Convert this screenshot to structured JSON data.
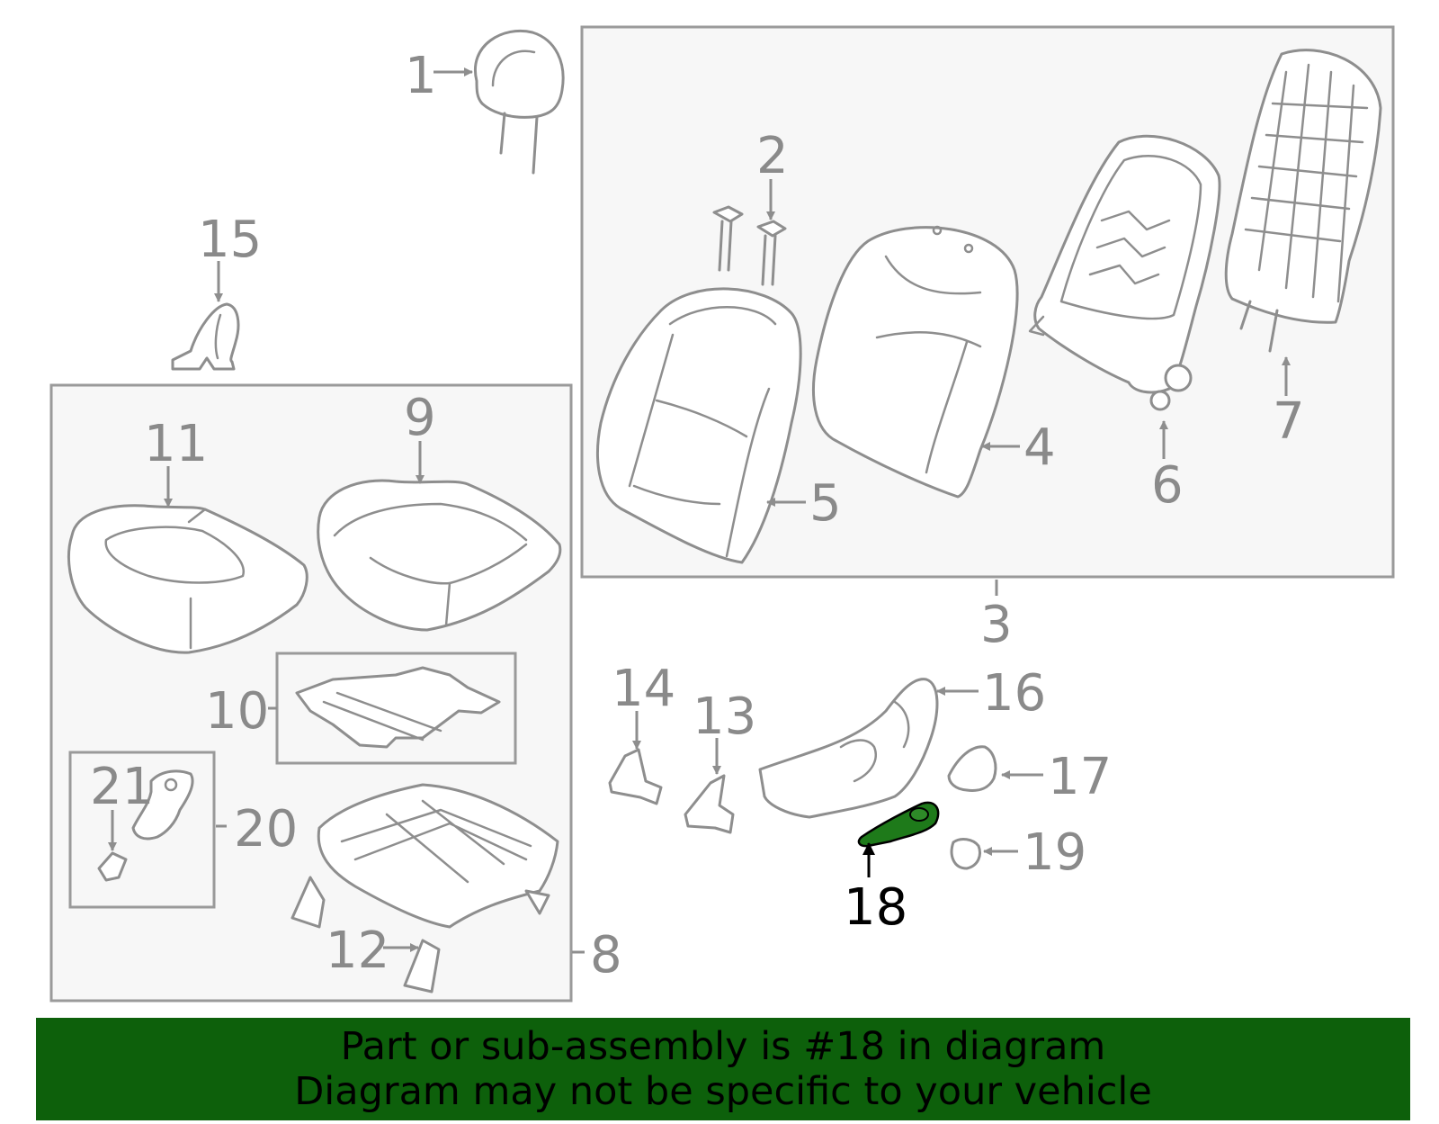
{
  "colors": {
    "banner_bg": "#0d600b",
    "highlight_part": "#1e7a1a",
    "line_gray": "#8e8e8e",
    "label_gray": "#8a8a8a",
    "box_fill": "#f7f7f7"
  },
  "highlighted_part": "18",
  "labels": {
    "p1": "1",
    "p2": "2",
    "p3": "3",
    "p4": "4",
    "p5": "5",
    "p6": "6",
    "p7": "7",
    "p8": "8",
    "p9": "9",
    "p10": "10",
    "p11": "11",
    "p12": "12",
    "p13": "13",
    "p14": "14",
    "p15": "15",
    "p16": "16",
    "p17": "17",
    "p18": "18",
    "p19": "19",
    "p20": "20",
    "p21": "21"
  },
  "banner": {
    "line1": "Part or sub-assembly is #18 in diagram",
    "line2": "Diagram may not be specific to your vehicle"
  }
}
